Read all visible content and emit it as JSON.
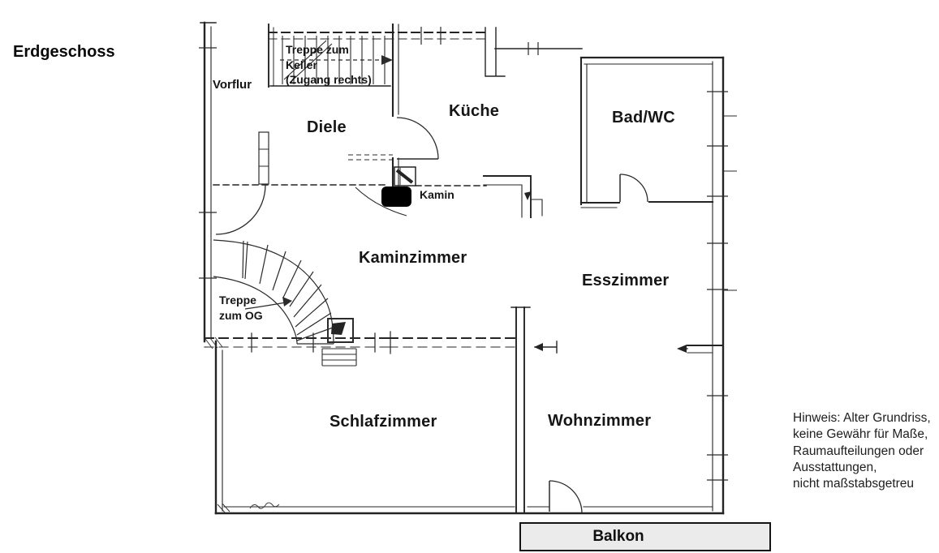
{
  "title": "Erdgeschoss",
  "rooms": {
    "vorflur": "Vorflur",
    "diele": "Diele",
    "kueche": "Küche",
    "bad_wc": "Bad/WC",
    "kaminzimmer": "Kaminzimmer",
    "esszimmer": "Esszimmer",
    "schlafzimmer": "Schlafzimmer",
    "wohnzimmer": "Wohnzimmer",
    "balkon": "Balkon"
  },
  "annotations": {
    "kamin": "Kamin",
    "treppe_keller": {
      "line1": "Treppe zum",
      "line2": "Keller",
      "line3": "(Zugang rechts)"
    },
    "treppe_og": {
      "line1": "Treppe",
      "line2": "zum OG"
    }
  },
  "note": {
    "lines": [
      "Hinweis: Alter Grundriss,",
      "keine Gewähr für Maße,",
      "Raumaufteilungen oder",
      "Ausstattungen,",
      "nicht maßstabsgetreu"
    ]
  },
  "colors": {
    "ink": "#242424",
    "kamin_fill": "#000000",
    "balkon_fill": "#ebebeb",
    "background": "#ffffff"
  }
}
